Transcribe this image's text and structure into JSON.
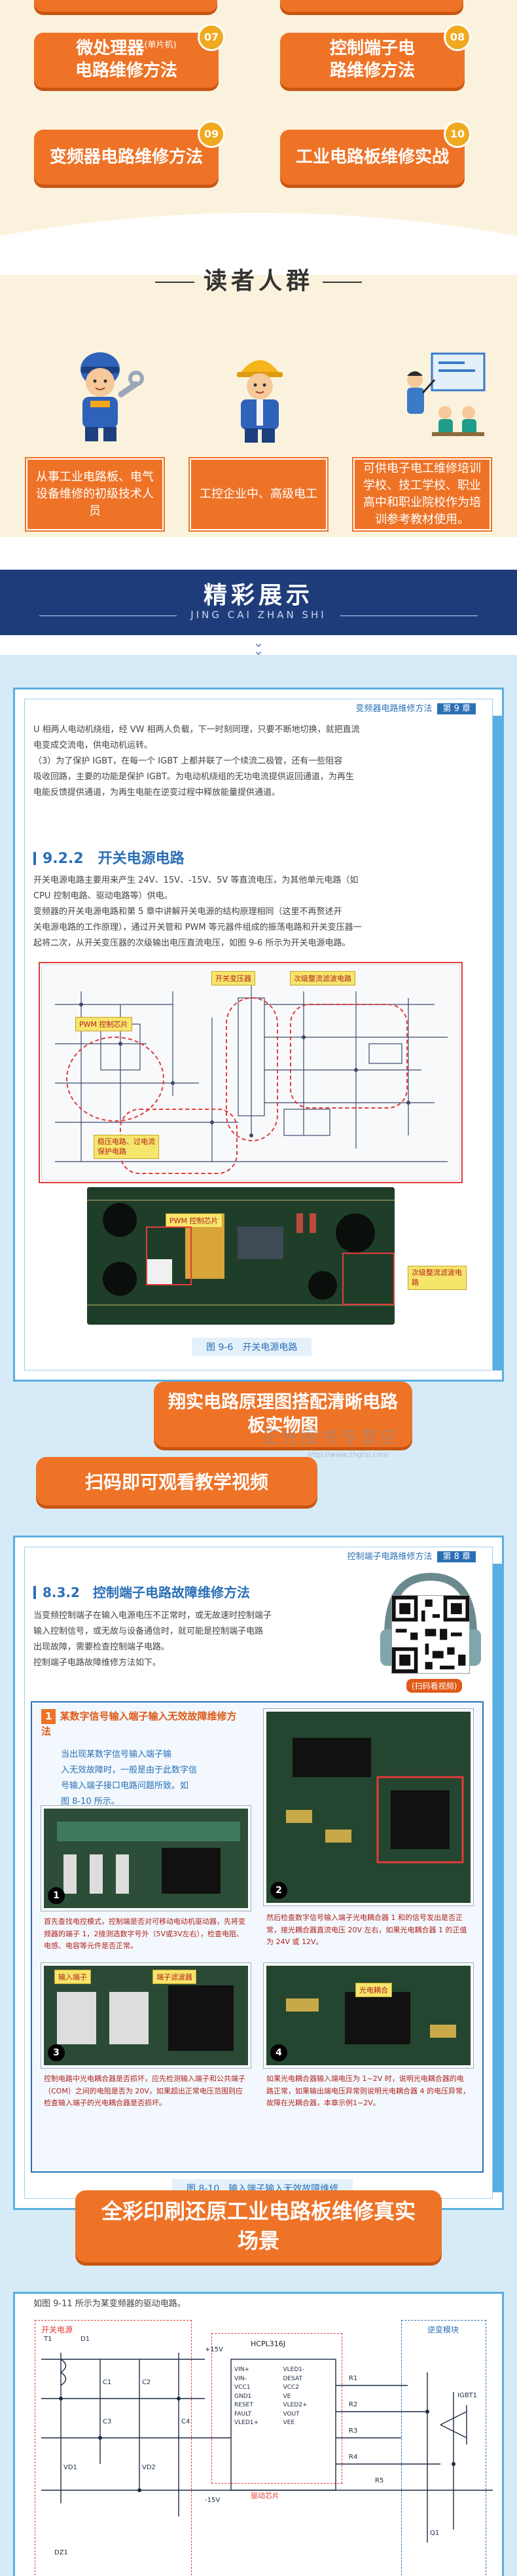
{
  "chips": [
    {
      "label": "微处理器",
      "tag": "(单片机)",
      "label2": "电路维修方法",
      "num": "07"
    },
    {
      "label": "控制端子电",
      "label2": "路维修方法",
      "num": "08"
    },
    {
      "label": "变频器电路维修方法",
      "num": "09"
    },
    {
      "label": "工业电路板维修实战",
      "num": "10"
    }
  ],
  "readers": {
    "title": "读者人群",
    "groups": [
      {
        "text": "从事工业电路板、电气设备维修的初级技术人员"
      },
      {
        "text": "工控企业中、高级电工"
      },
      {
        "text": "可供电子电工维修培训学校、技工学校、职业高中和职业院校作为培训参考教材使用。"
      }
    ]
  },
  "showcase": {
    "title": "精彩展示",
    "subtitle": "JING CAI ZHAN SHI"
  },
  "page1": {
    "header": "变频器电路维修方法",
    "chapter": "第 9 章",
    "intro_lines": [
      "U 相两人电动机绕组，经 VW 相两人负载，下一时刻同理，只要不断地切换，就把直流",
      "电变成交流电，供电动机运转。",
      "（3）为了保护 IGBT，在每一个 IGBT 上都并联了一个续流二极管，还有一些阻容",
      "吸收回路，主要的功能是保护 IGBT。为电动机绕组的无功电流提供返回通道，为再生",
      "电能反馈提供通道，为再生电能在逆变过程中释放能量提供通道。"
    ],
    "section": "9.2.2　开关电源电路",
    "body_lines": [
      "开关电源电路主要用来产生 24V、15V、-15V、5V 等直流电压，为其他单元电路（如",
      "CPU 控制电路、驱动电路等）供电。",
      "变频器的开关电源电路和第 5 章中讲解开关电源的结构原理相同（这里不再赘述开",
      "关电源电路的工作原理），通过开关管和 PWM 等元器件组成的振荡电路和开关变压器一",
      "起将二次，从开关变压器的次级输出电压直流电压，如图 9-6 所示为开关电源电路。"
    ],
    "labels": {
      "pwm": "PWM 控制芯片",
      "transformer": "开关变压器",
      "rectifier": "次级整流滤波电路",
      "protect": "稳压电路、过电流保护电路",
      "pwm2": "PWM 控制芯片",
      "rectifier2": "次级整流滤波电路"
    },
    "caption": "图 9-6　开关电源电路"
  },
  "banner1": "翔实电路原理图搭配清晰电路板实物图",
  "banner2": "扫码即可观看教学视频",
  "watermark": "正光图书专营店",
  "watermark_url": "http://www.zhgtsl.com",
  "page2": {
    "header": "控制端子电路维修方法",
    "chapter": "第 8 章",
    "section": "8.3.2　控制端子电路故障维修方法",
    "body_lines": [
      "当变频控制端子在输入电源电压不正常时，或无故速时控制端子",
      "输入控制信号，或无故与设备通信时，就可能是控制端子电路",
      "出现故障，需要检查控制端子电路。",
      "控制端子电路故障维修方法如下。"
    ],
    "qr_label": "(扫码看视频)",
    "step1_num": "1",
    "step1_title": "某数字信号输入端子输入无效故障维修方法",
    "step1_lines": [
      "当出现某数字信号输入端子输",
      "入无效故障时，一般是由于此数字信",
      "号输入端子接口电路问题所致。如",
      "图 8-10 所示。"
    ],
    "photo_texts": [
      "首先查找电控模式，控制端是否对可移动电动机驱动器，先将变频器的端子 1，2接测选数字号外（5V或3V左右），检查电阻、电感、电容等元件是否正常。",
      "然后检查数字信号输入端子光电耦合器 1 和的信号发出是否正常，接光耦合器直流电压 20V 左右，如果光电耦合器 1 的正值为 24V 或 12V。",
      "控制电路中光电耦合器是否损坏，应先检测输入端子和公共端子（COM）之间的电阻是否为 20V，如果超出正常电压范围则应检查输入端子的光电耦合器是否损坏。",
      "如果光电耦合器输入端电压为 1~2V 时，说明光电耦合器的电路正常，如果输出端电压异常则说明光电耦合器 4 的电压异常，故障在光耦合器，本章示例1~2V。"
    ],
    "photo_tags": {
      "a": "输入端子",
      "b": "端子滤波器",
      "c": "光电耦合"
    },
    "caption": "图 8-10　输入端子输入无效故障维修"
  },
  "banner3": "全彩印刷还原工业电路板维修真实场景",
  "page3": {
    "header_text": "如图 9-11 所示为某变频器的驱动电路。",
    "left_label": "开关电源",
    "right_label": "逆变模块",
    "chip_labels": [
      "HCPL316J",
      "驱动芯片"
    ],
    "pins": [
      "VIN+",
      "VIN-",
      "VCC1",
      "GND1",
      "RESET",
      "FAULT",
      "VLED1+",
      "VLED1-",
      "DESAT",
      "VCC2",
      "VE",
      "VLED2+",
      "VOUT",
      "VEE"
    ],
    "parts": [
      "T1",
      "D1",
      "C1",
      "C2",
      "C3",
      "C4",
      "R1",
      "R2",
      "R3",
      "R4",
      "R5",
      "VD1",
      "VD2",
      "IGBT1",
      "DZ1",
      "+15V",
      "-15V",
      "Q1"
    ]
  }
}
